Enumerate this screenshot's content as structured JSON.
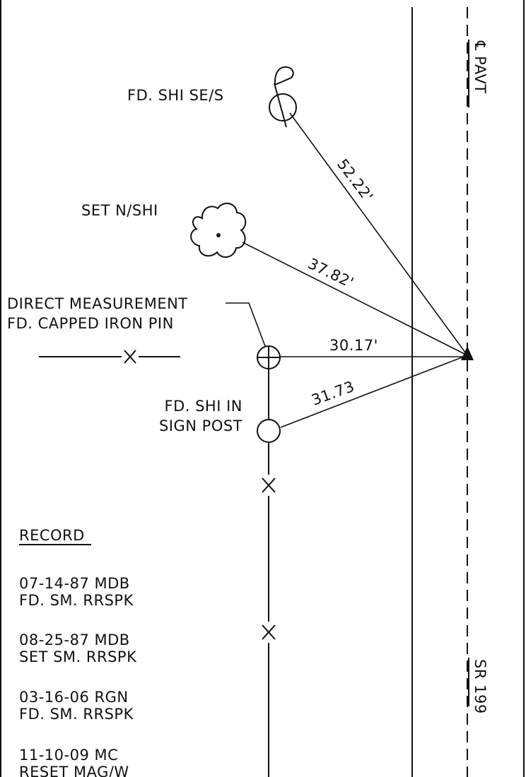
{
  "labels": {
    "centerline_pavt": "℄ PAVT",
    "fd_shi_ses": "FD. SHI SE/S",
    "set_nshi": "SET N/SHI",
    "direct_measurement": "DIRECT MEASUREMENT",
    "fd_capped_iron_pin": "FD. CAPPED IRON PIN",
    "fd_shi_in": "FD. SHI IN",
    "sign_post": "SIGN POST",
    "sr_199": "SR 199"
  },
  "dimensions": {
    "d1": "52.22'",
    "d2": "37.82'",
    "d3": "30.17'",
    "d4": "31.73"
  },
  "record": {
    "heading": "RECORD",
    "entries": [
      {
        "line1": "07-14-87 MDB",
        "line2": "FD. SM. RRSPK"
      },
      {
        "line1": "08-25-87 MDB",
        "line2": "SET SM. RRSPK"
      },
      {
        "line1": "03-16-06 RGN",
        "line2": "FD. SM. RRSPK"
      },
      {
        "line1": "11-10-09 MC",
        "line2": "RESET MAG/W"
      }
    ]
  }
}
